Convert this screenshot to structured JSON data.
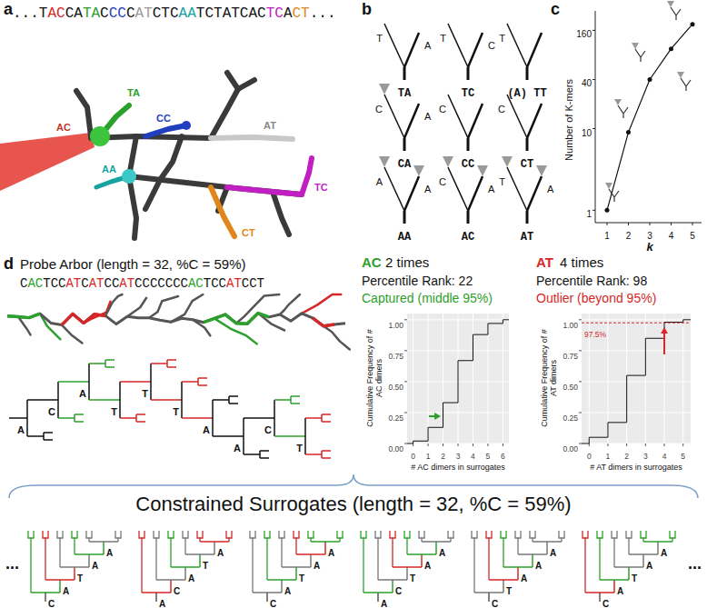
{
  "diagram": {
    "labels": [
      "a",
      "...TACCATACCCCATCTCAATCTATCACTCACT...",
      "AC",
      "TA",
      "CC",
      "AT",
      "AA",
      "TC",
      "CT",
      "b",
      "T",
      "A",
      "TA",
      "T",
      "C",
      "TC",
      "T",
      "(A) TT",
      "C",
      "A",
      "CA",
      "C",
      "CC",
      "C",
      "CT",
      "A",
      "A",
      "AA",
      "C",
      "A",
      "AC",
      "T",
      "A",
      "AT",
      "c",
      "Number of K-mers",
      "1",
      "10",
      "40",
      "160",
      "1",
      "2",
      "3",
      "4",
      "5",
      "k",
      "d",
      "Probe Arbor (length = 32, %C = 59%)",
      "CACTCCATCATCCATCCCCCCCACTCCATCCT",
      "A",
      "C",
      "A",
      "T",
      "T",
      "T",
      "A",
      "A",
      "C",
      "T",
      "AC",
      "2 times",
      "Percentile Rank: 22",
      "Captured (middle 95%)",
      "AT",
      "4 times",
      "Percentile Rank: 98",
      "Outlier (beyond 95%)",
      "Cumulative Frequency of # AC dimers",
      "0.00",
      "0.25",
      "0.50",
      "0.75",
      "1.00",
      "0",
      "1",
      "2",
      "3",
      "4",
      "5",
      "6",
      "# AC dimers in surrogates",
      "Cumulative Frequency of # AT dimers",
      "0.00",
      "0.25",
      "0.50",
      "0.75",
      "1.00",
      "0",
      "1",
      "2",
      "3",
      "4",
      "5",
      "97.5%",
      "# AT dimers in surrogates",
      "Constrained Surrogates (length = 32, %C = 59%)",
      "...",
      "...",
      "C",
      "A",
      "T",
      "A",
      "A",
      "A",
      "C",
      "A",
      "T",
      "A",
      "C",
      "A",
      "T",
      "A",
      "A",
      "A",
      "C",
      "T",
      "A",
      "A",
      "C",
      "T",
      "A",
      "A",
      "A",
      "C",
      "A",
      "T",
      "A",
      "A"
    ]
  }
}
